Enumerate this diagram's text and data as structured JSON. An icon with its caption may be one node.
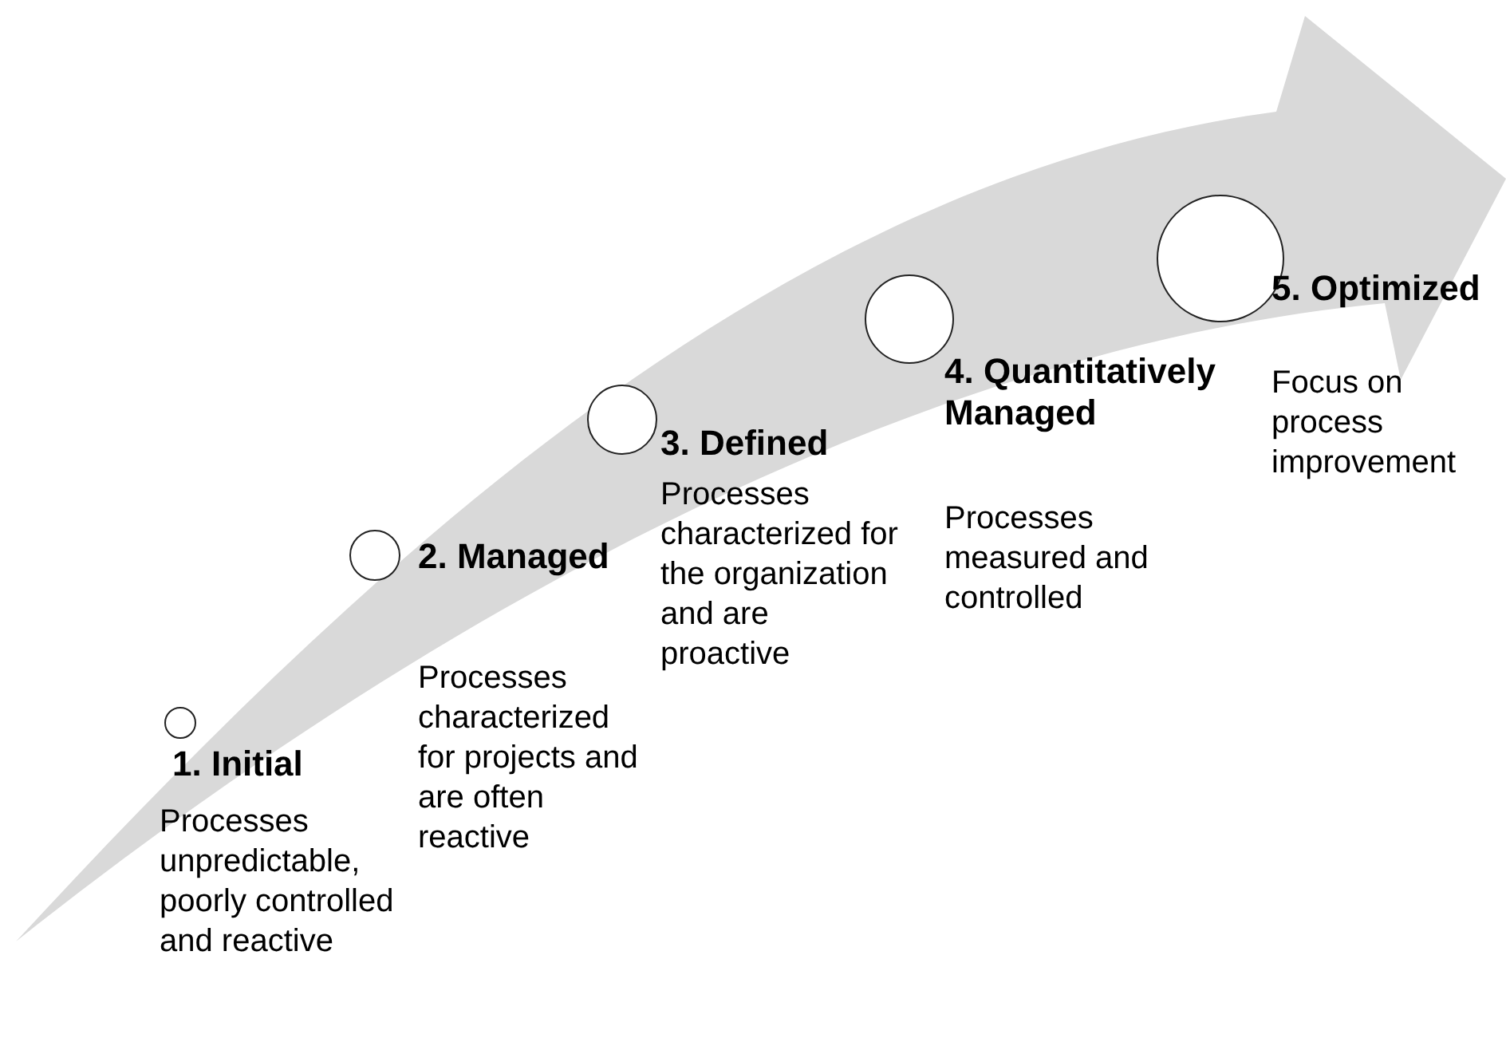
{
  "diagram": {
    "nodes": [
      {
        "text": [],
        "shape": "circle",
        "beside": [
          "1. Initial",
          "Processes unpredictable, poorly controlled and reactive"
        ]
      },
      {
        "text": [],
        "shape": "circle",
        "beside": [
          "2. Managed",
          "Processes characterized for projects and are often reactive"
        ]
      },
      {
        "text": [],
        "shape": "circle",
        "beside": [
          "3. Defined",
          "Processes characterized for the organization and are proactive"
        ]
      },
      {
        "text": [],
        "shape": "circle",
        "beside": [
          "4. Quantitatively Managed",
          "Processes measured and controlled"
        ]
      },
      {
        "text": [],
        "shape": "circle",
        "beside": [
          "5. Optimized",
          "Focus on process improvement"
        ]
      }
    ]
  }
}
